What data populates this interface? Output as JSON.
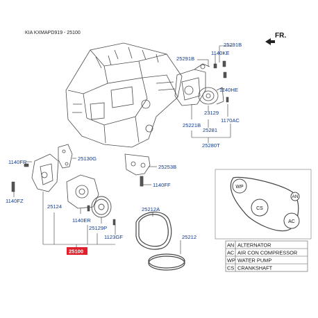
{
  "header": {
    "model_code": "KIA KXMAPD919 - 25100"
  },
  "direction_label": "FR.",
  "callouts": {
    "p25291B_top": "25291B",
    "p1140KE": "1140KE",
    "p25291B_left": "25291B",
    "p1140HE": "1140HE",
    "p23129": "23129",
    "p1170AC": "1170AC",
    "p25221B": "25221B",
    "p25281": "25281",
    "p25280T": "25280T",
    "p1140FR": "1140FR",
    "p25130G": "25130G",
    "p25253B": "25253B",
    "p1140FF": "1140FF",
    "p1140FZ": "1140FZ",
    "p25124": "25124",
    "p1140ER": "1140ER",
    "p25129P": "25129P",
    "p1123GF": "1123GF",
    "p25212A": "25212A",
    "p25212": "25212",
    "p25100": "25100"
  },
  "belt_routing": {
    "pulleys": [
      "WP",
      "CS",
      "AN",
      "AC"
    ]
  },
  "legend": [
    {
      "code": "AN",
      "name": "ALTERNATOR"
    },
    {
      "code": "AC",
      "name": "AIR CON COMPRESSOR"
    },
    {
      "code": "WP",
      "name": "WATER PUMP"
    },
    {
      "code": "CS",
      "name": "CRANKSHAFT"
    }
  ],
  "colors": {
    "callout_text": "#0d3a8c",
    "line": "#333333",
    "highlight": "#e0202a",
    "drawing": "#4a4a4a"
  }
}
